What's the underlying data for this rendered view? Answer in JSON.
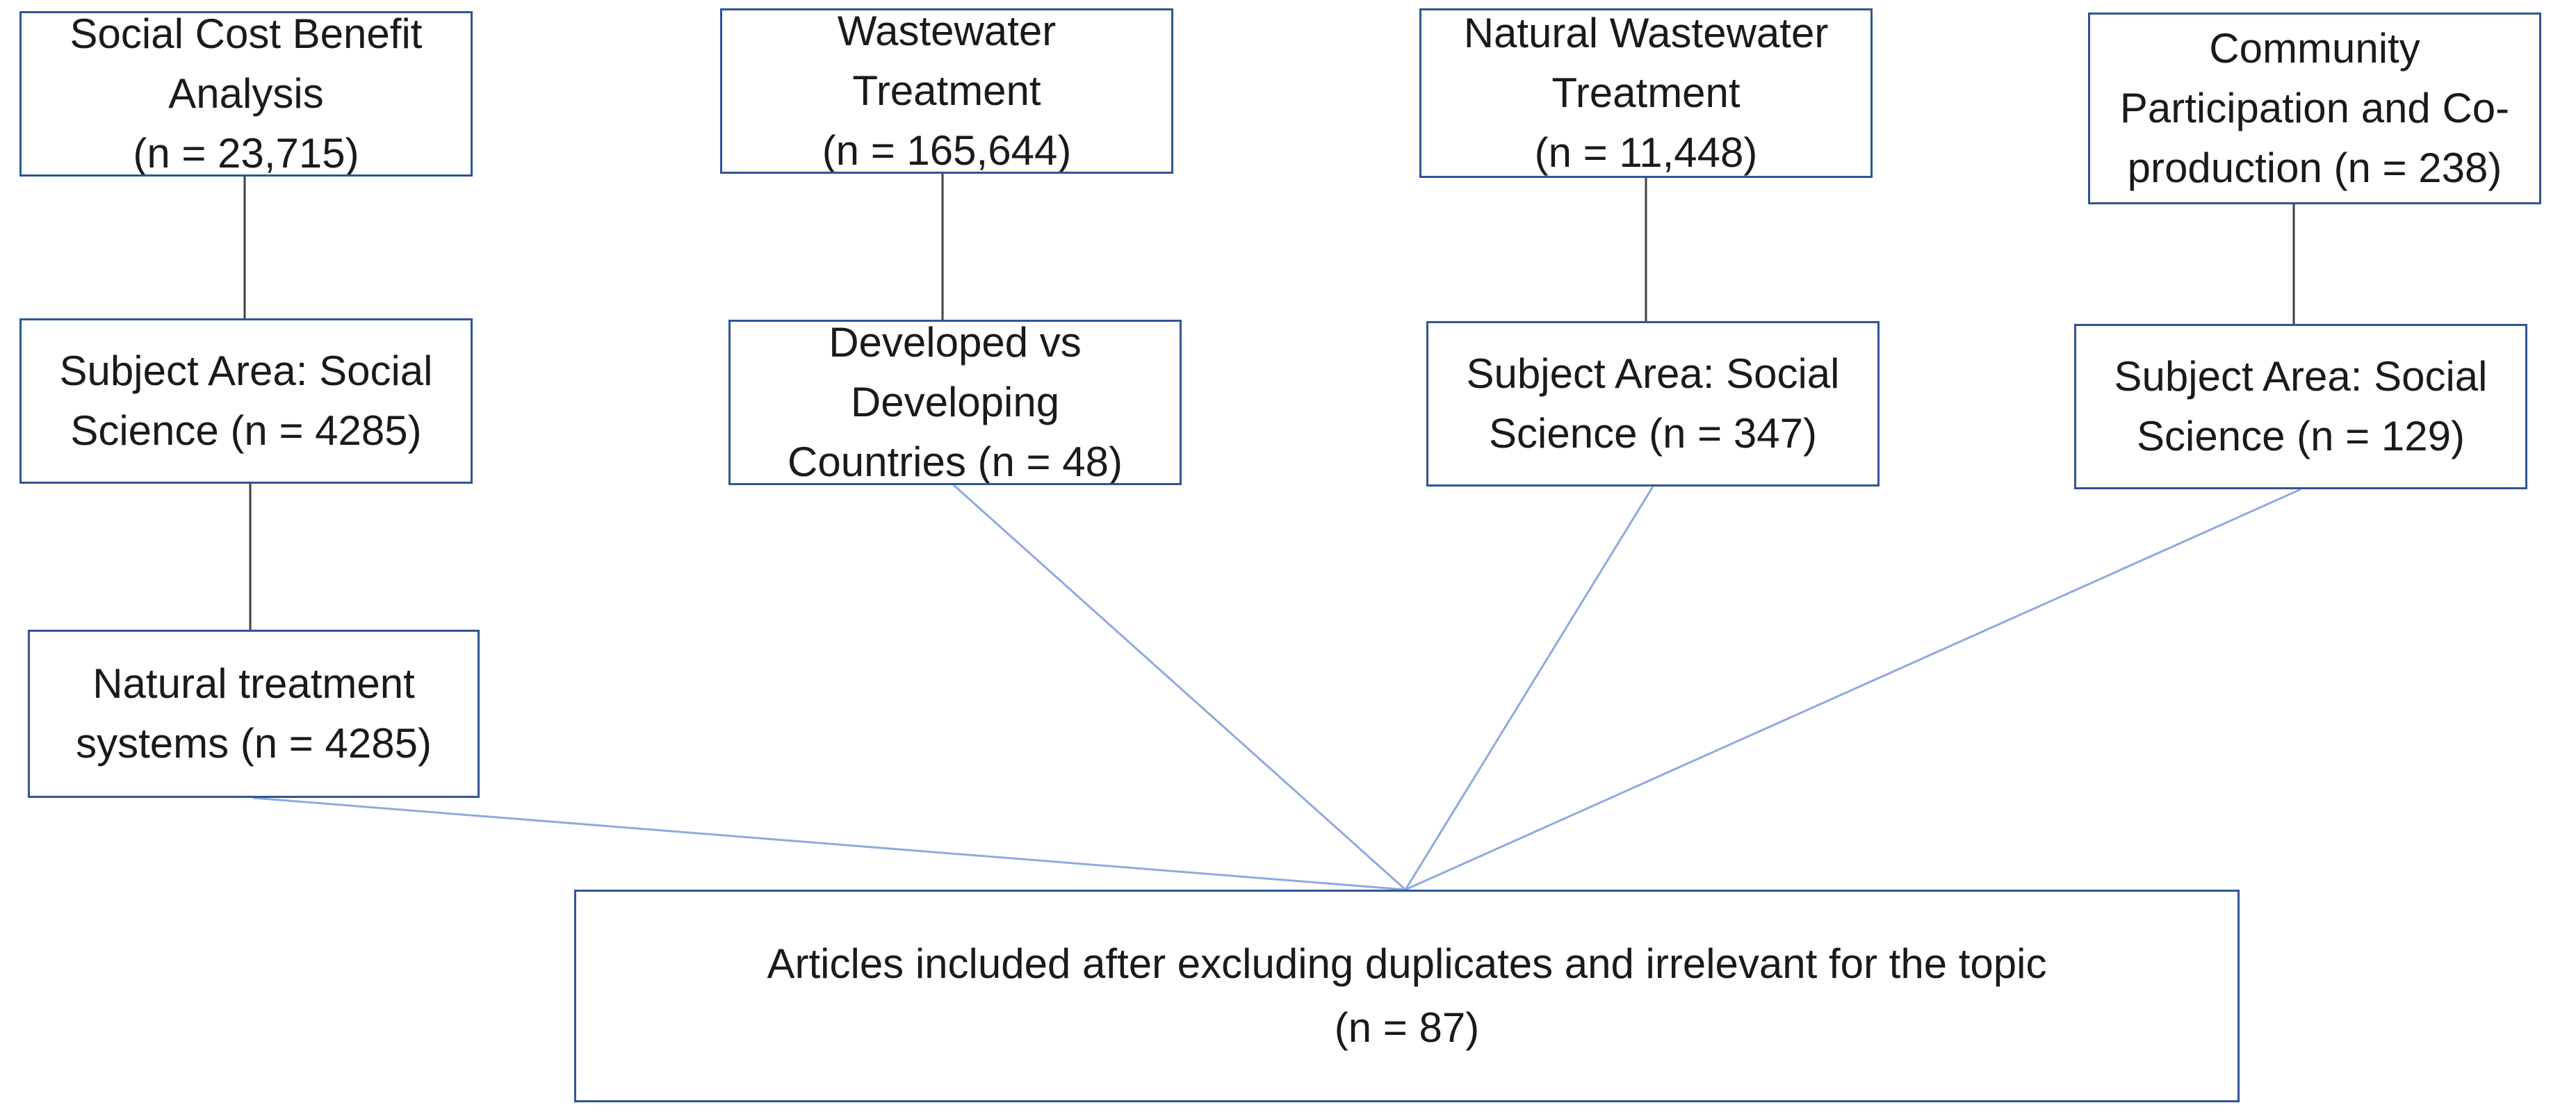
{
  "diagram": {
    "row1": {
      "social_cost_benefit": "Social Cost Benefit\nAnalysis\n(n = 23,715)",
      "wastewater_treatment": "Wastewater\nTreatment\n(n = 165,644)",
      "natural_wastewater_treatment": "Natural Wastewater\nTreatment\n(n = 11,448)",
      "community_participation": "Community\nParticipation and Co-\nproduction (n = 238)"
    },
    "row2": {
      "subject_area_a": "Subject Area: Social\nScience (n = 4285)",
      "developed_vs_developing": "Developed vs\nDeveloping\nCountries (n = 48)",
      "subject_area_c": "Subject Area: Social\nScience (n = 347)",
      "subject_area_d": "Subject Area: Social\nScience (n = 129)"
    },
    "row3": {
      "natural_treatment_systems": "Natural treatment\nsystems (n = 4285)"
    },
    "final": {
      "articles_included": "Articles included after excluding duplicates and irrelevant for the topic\n(n = 87)"
    }
  },
  "colors": {
    "box_border": "#2f5597",
    "dark_connector": "#404040",
    "light_connector": "#8faadc"
  }
}
